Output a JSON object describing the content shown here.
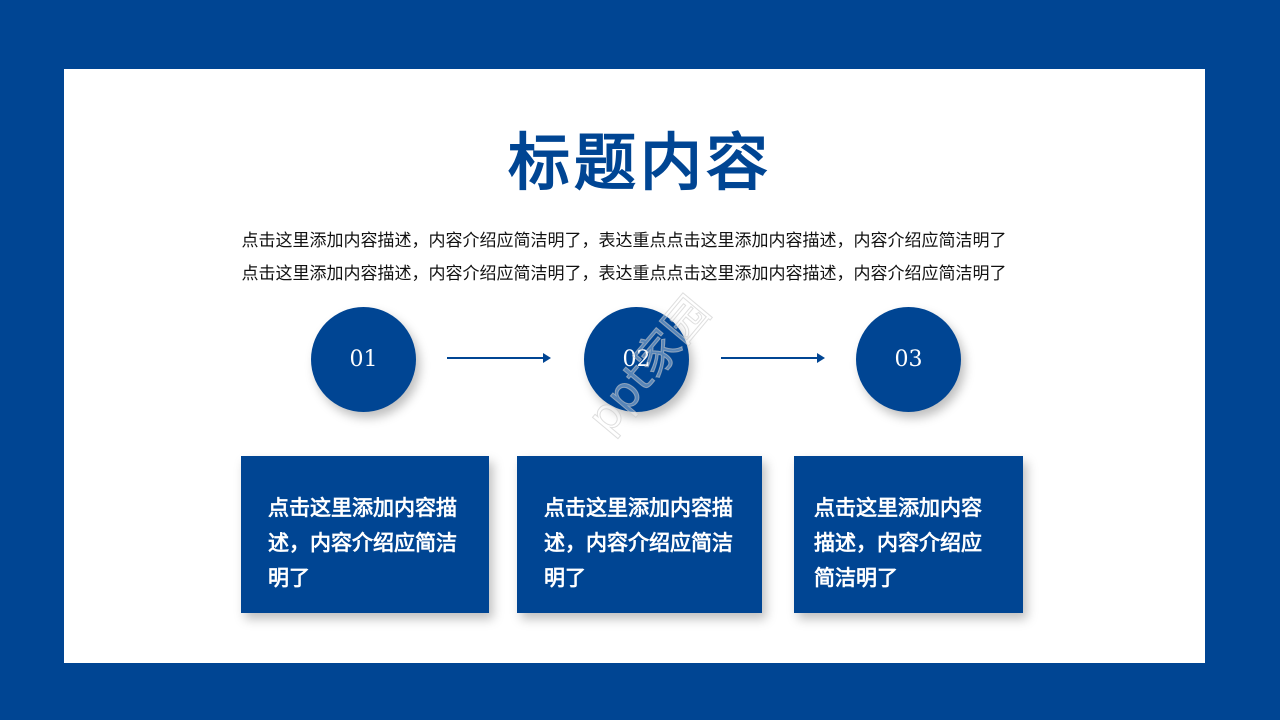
{
  "title": "标题内容",
  "description": [
    "点击这里添加内容描述，内容介绍应简洁明了，表达重点点击这里添加内容描述，内容介绍应简洁明了",
    "点击这里添加内容描述，内容介绍应简洁明了，表达重点点击这里添加内容描述，内容介绍应简洁明了"
  ],
  "steps": [
    {
      "number": "01",
      "text": "点击这里添加内容描述，内容介绍应简洁明了"
    },
    {
      "number": "02",
      "text": "点击这里添加内容描述，内容介绍应简洁明了"
    },
    {
      "number": "03",
      "text": "点击这里添加内容描述，内容介绍应简洁明了"
    }
  ],
  "watermark": "ppt家园",
  "colors": {
    "primary": "#004593",
    "background": "#ffffff"
  }
}
